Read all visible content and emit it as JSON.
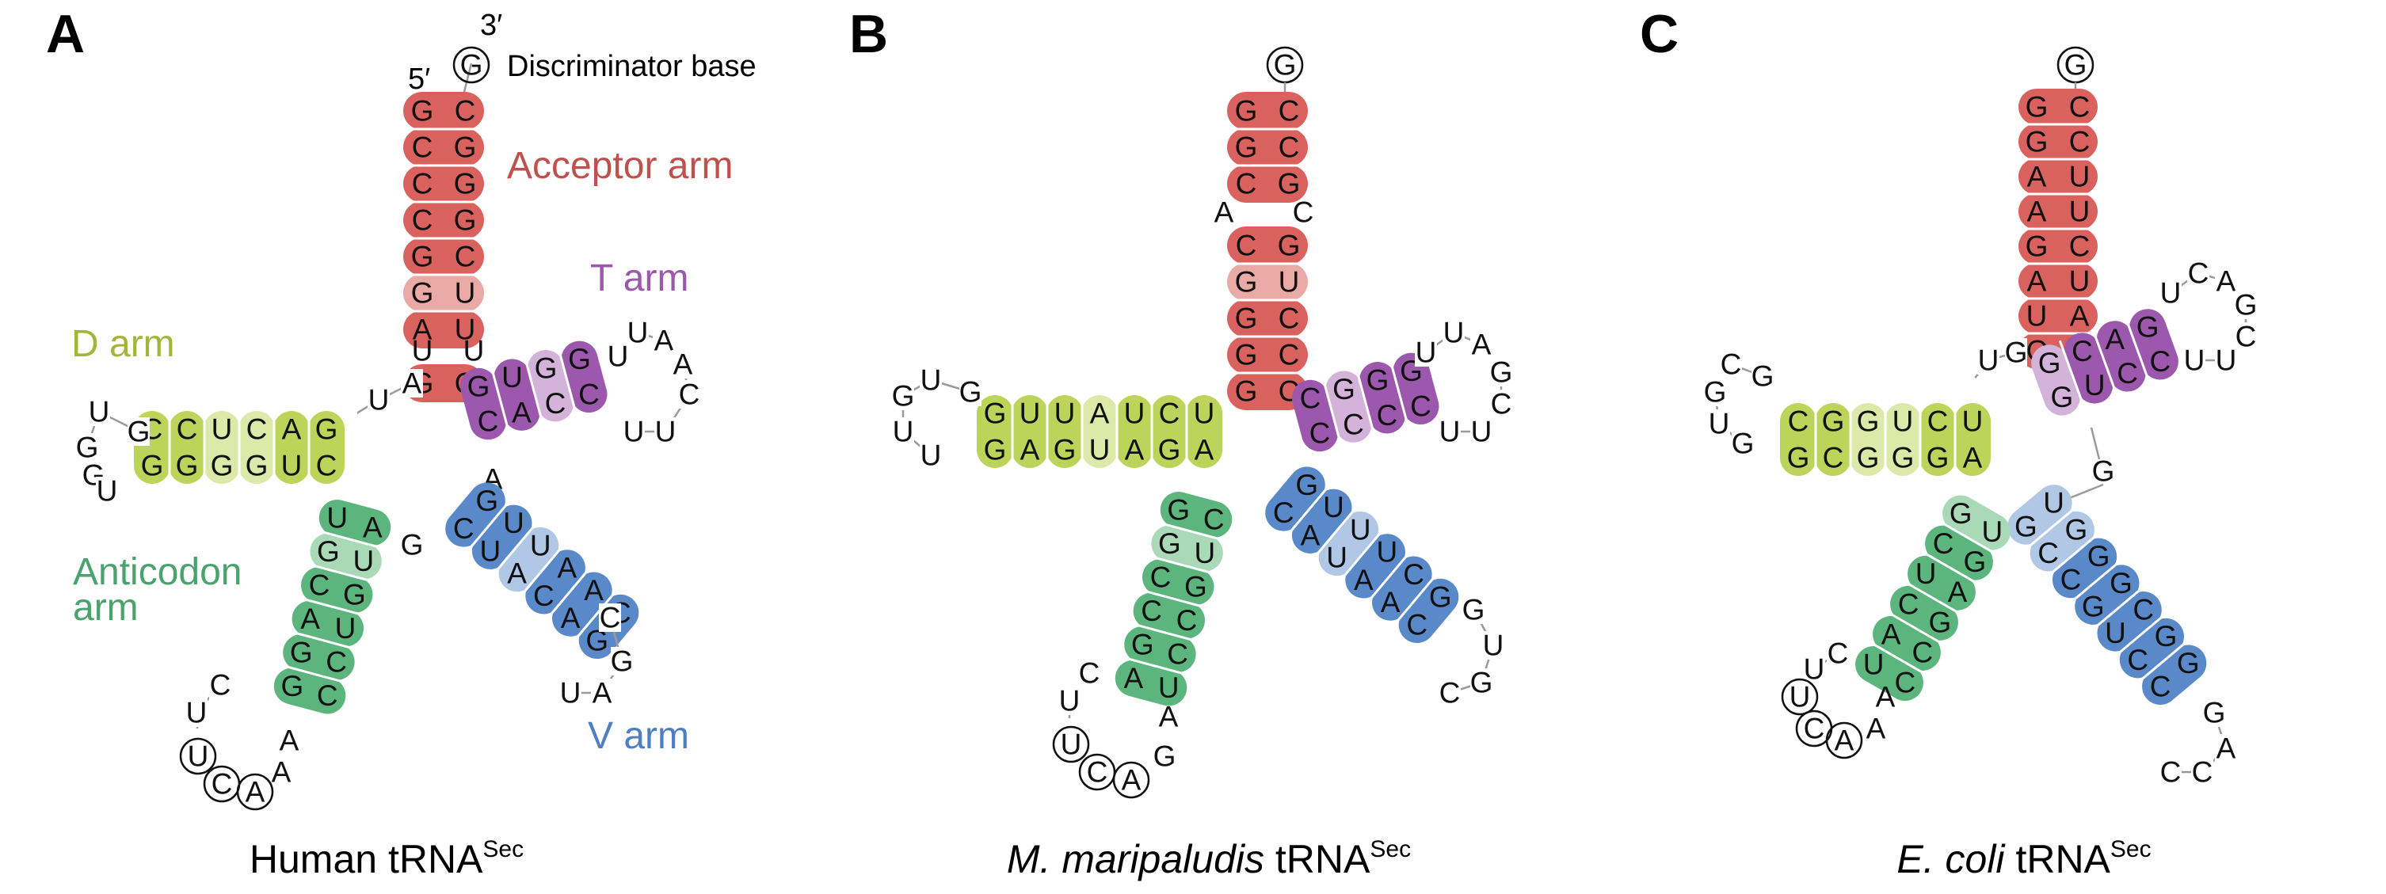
{
  "colors": {
    "acceptor": "#d9625f",
    "acceptor_light": "#e9a9a5",
    "d_arm": "#bdd45a",
    "d_arm_light": "#dde9a9",
    "anticodon": "#5cb57d",
    "anticodon_light": "#a9d9b7",
    "t_arm": "#9c58ad",
    "t_arm_light": "#d3b3da",
    "v_arm": "#5a89c9",
    "v_arm_light": "#b0c7e6",
    "backbone": "#9a9a9a"
  },
  "panels": [
    {
      "letter": "A",
      "caption_prefix": "",
      "caption_species": "",
      "caption_main": "Human tRNA",
      "caption_sup": "Sec",
      "end_5": "5′",
      "end_3": "3′",
      "discriminator": "G",
      "discriminator_label": "Discriminator base",
      "arm_labels": {
        "acceptor": "Acceptor arm",
        "t": "T arm",
        "d": "D arm",
        "anticodon_1": "Anticodon",
        "anticodon_2": "arm",
        "v": "V arm"
      },
      "acceptor_pairs": [
        [
          "G",
          "C"
        ],
        [
          "C",
          "G"
        ],
        [
          "C",
          "G"
        ],
        [
          "C",
          "G"
        ],
        [
          "G",
          "C"
        ],
        [
          "G",
          "U"
        ],
        [
          "A",
          "U"
        ]
      ],
      "acceptor_extra": [],
      "acceptor_tail": [
        [
          "U",
          "U"
        ],
        [
          "G",
          "C"
        ]
      ],
      "d_top": [
        "G",
        "A",
        "C",
        "U",
        "C",
        "C"
      ],
      "d_bottom": [
        "C",
        "U",
        "G",
        "G",
        "G",
        "G"
      ],
      "d_loop": [
        "G",
        "U",
        "G",
        "U"
      ],
      "t_top": [
        "C",
        "A",
        "C",
        "C"
      ],
      "t_bottom": [
        "G",
        "U",
        "G",
        "G"
      ],
      "t_loop": [
        "U",
        "U",
        "A",
        "A",
        "C",
        "U",
        "U"
      ],
      "ac_left": [
        "U",
        "G",
        "C",
        "A",
        "G",
        "G"
      ],
      "ac_right": [
        "A",
        "U",
        "G",
        "U",
        "C",
        "C"
      ],
      "ac_loop": [
        "C",
        "U",
        "U",
        "C",
        "A",
        "A",
        "A"
      ],
      "v_top": [
        "C",
        "U",
        "A",
        "C",
        "A",
        "G"
      ],
      "v_bottom": [
        "G",
        "U",
        "U",
        "A",
        "A",
        "C"
      ],
      "v_loop": [
        "C",
        "G",
        "A",
        "U"
      ],
      "connectors": [
        "U",
        "A",
        "U",
        "A",
        "G"
      ]
    },
    {
      "letter": "B",
      "caption_prefix": "M. maripaludis",
      "caption_species": " tRNA",
      "caption_main": "",
      "caption_sup": "Sec",
      "discriminator": "G",
      "acceptor_pairs": [
        [
          "G",
          "C"
        ],
        [
          "G",
          "C"
        ],
        [
          "C",
          "G"
        ]
      ],
      "acceptor_bulge": [
        "A",
        "C"
      ],
      "acceptor_pairs_2": [
        [
          "C",
          "G"
        ],
        [
          "G",
          "U"
        ],
        [
          "G",
          "C"
        ],
        [
          "G",
          "C"
        ],
        [
          "G",
          "C"
        ]
      ],
      "d_top": [
        "U",
        "C",
        "U",
        "A",
        "U",
        "U",
        "G"
      ],
      "d_bottom": [
        "A",
        "G",
        "A",
        "U",
        "G",
        "A",
        "G"
      ],
      "d_loop": [
        "G",
        "U",
        "G",
        "U"
      ],
      "t_top": [
        "C",
        "C",
        "C",
        "C"
      ],
      "t_bottom": [
        "C",
        "G",
        "G",
        "G"
      ],
      "t_loop": [
        "U",
        "U",
        "A",
        "G",
        "C",
        "U",
        "U"
      ],
      "ac_left": [
        "G",
        "G",
        "C",
        "C",
        "G",
        "A"
      ],
      "ac_right": [
        "C",
        "U",
        "G",
        "C",
        "C",
        "U"
      ],
      "ac_loop": [
        "C",
        "U",
        "U",
        "C",
        "A",
        "G",
        "A"
      ],
      "v_top": [
        "C",
        "A",
        "U",
        "A",
        "A",
        "C"
      ],
      "v_bottom": [
        "G",
        "U",
        "U",
        "U",
        "C",
        "G"
      ],
      "v_loop": [
        "G",
        "U",
        "G",
        "C"
      ],
      "connectors": [
        "U"
      ]
    },
    {
      "letter": "C",
      "caption_prefix": "E. coli",
      "caption_species": " tRNA",
      "caption_main": "",
      "caption_sup": "Sec",
      "discriminator": "G",
      "acceptor_pairs": [
        [
          "G",
          "C"
        ],
        [
          "G",
          "C"
        ],
        [
          "A",
          "U"
        ],
        [
          "A",
          "U"
        ],
        [
          "G",
          "C"
        ],
        [
          "A",
          "U"
        ],
        [
          "U",
          "A"
        ],
        [
          "C",
          "G"
        ]
      ],
      "d_top": [
        "U",
        "C",
        "U",
        "G",
        "G",
        "C"
      ],
      "d_bottom": [
        "A",
        "G",
        "G",
        "G",
        "C",
        "G"
      ],
      "d_loop": [
        "G",
        "C",
        "G",
        "U"
      ],
      "t_top": [
        "G",
        "U",
        "C",
        "C"
      ],
      "t_bottom": [
        "G",
        "C",
        "A",
        "G"
      ],
      "t_loop": [
        "U",
        "C",
        "A",
        "G",
        "C",
        "U",
        "U"
      ],
      "ac_left": [
        "G",
        "C",
        "U",
        "C",
        "A",
        "U"
      ],
      "ac_right": [
        "U",
        "G",
        "A",
        "G",
        "C",
        "C"
      ],
      "ac_loop": [
        "C",
        "U",
        "U",
        "C",
        "A",
        "A",
        "A"
      ],
      "v_top": [
        "G",
        "C",
        "C",
        "G",
        "U",
        "C",
        "C"
      ],
      "v_bottom": [
        "U",
        "G",
        "G",
        "G",
        "C",
        "G",
        "G"
      ],
      "v_loop": [
        "G",
        "A",
        "C",
        "C"
      ],
      "connectors": [
        "G",
        "U",
        "G",
        "G",
        "U"
      ]
    }
  ]
}
